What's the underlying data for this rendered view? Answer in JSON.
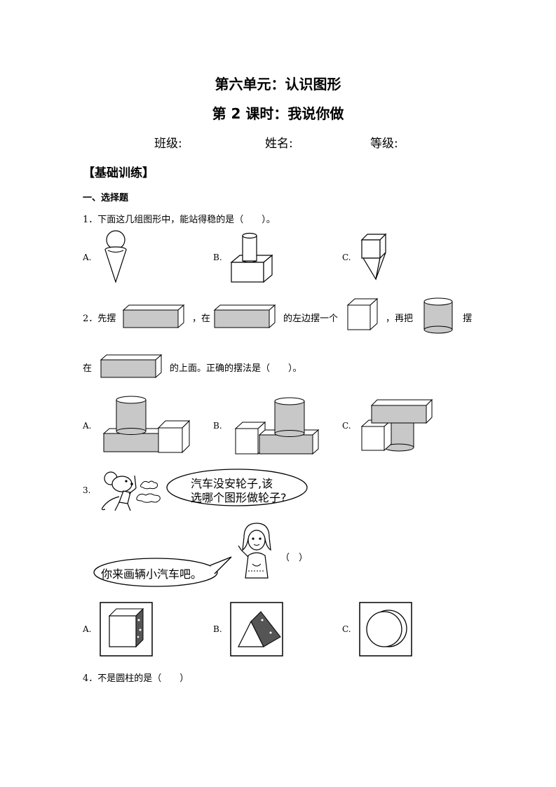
{
  "header": {
    "unit_title": "第六单元：认识图形",
    "lesson_title": "第 2 课时：我说你做",
    "class_label": "班级:",
    "name_label": "姓名:",
    "grade_label": "等级:"
  },
  "section": {
    "heading": "【基础训练】",
    "subheading": "一、选择题"
  },
  "q1": {
    "text": "1．下面这几组图形中，能站得稳的是（　　）。",
    "options": [
      "A.",
      "B.",
      "C."
    ]
  },
  "q2": {
    "part1": "2．先摆",
    "part2": "，在",
    "part3": "的左边摆一个",
    "part4": "，再把",
    "part5": "摆",
    "part6": "在",
    "part7": "的上面。正确的摆法是（　　）。",
    "options": [
      "A.",
      "B.",
      "C."
    ]
  },
  "q3": {
    "number": "3.",
    "bubble_line1": "汽车没安轮子,该",
    "bubble_line2": "选哪个图形做轮子?",
    "bubble2": "你来画辆小汽车吧。",
    "answer_blank": "（　）",
    "options": [
      "A.",
      "B.",
      "C."
    ]
  },
  "q4": {
    "text": "4．不是圆柱的是（　　）"
  }
}
